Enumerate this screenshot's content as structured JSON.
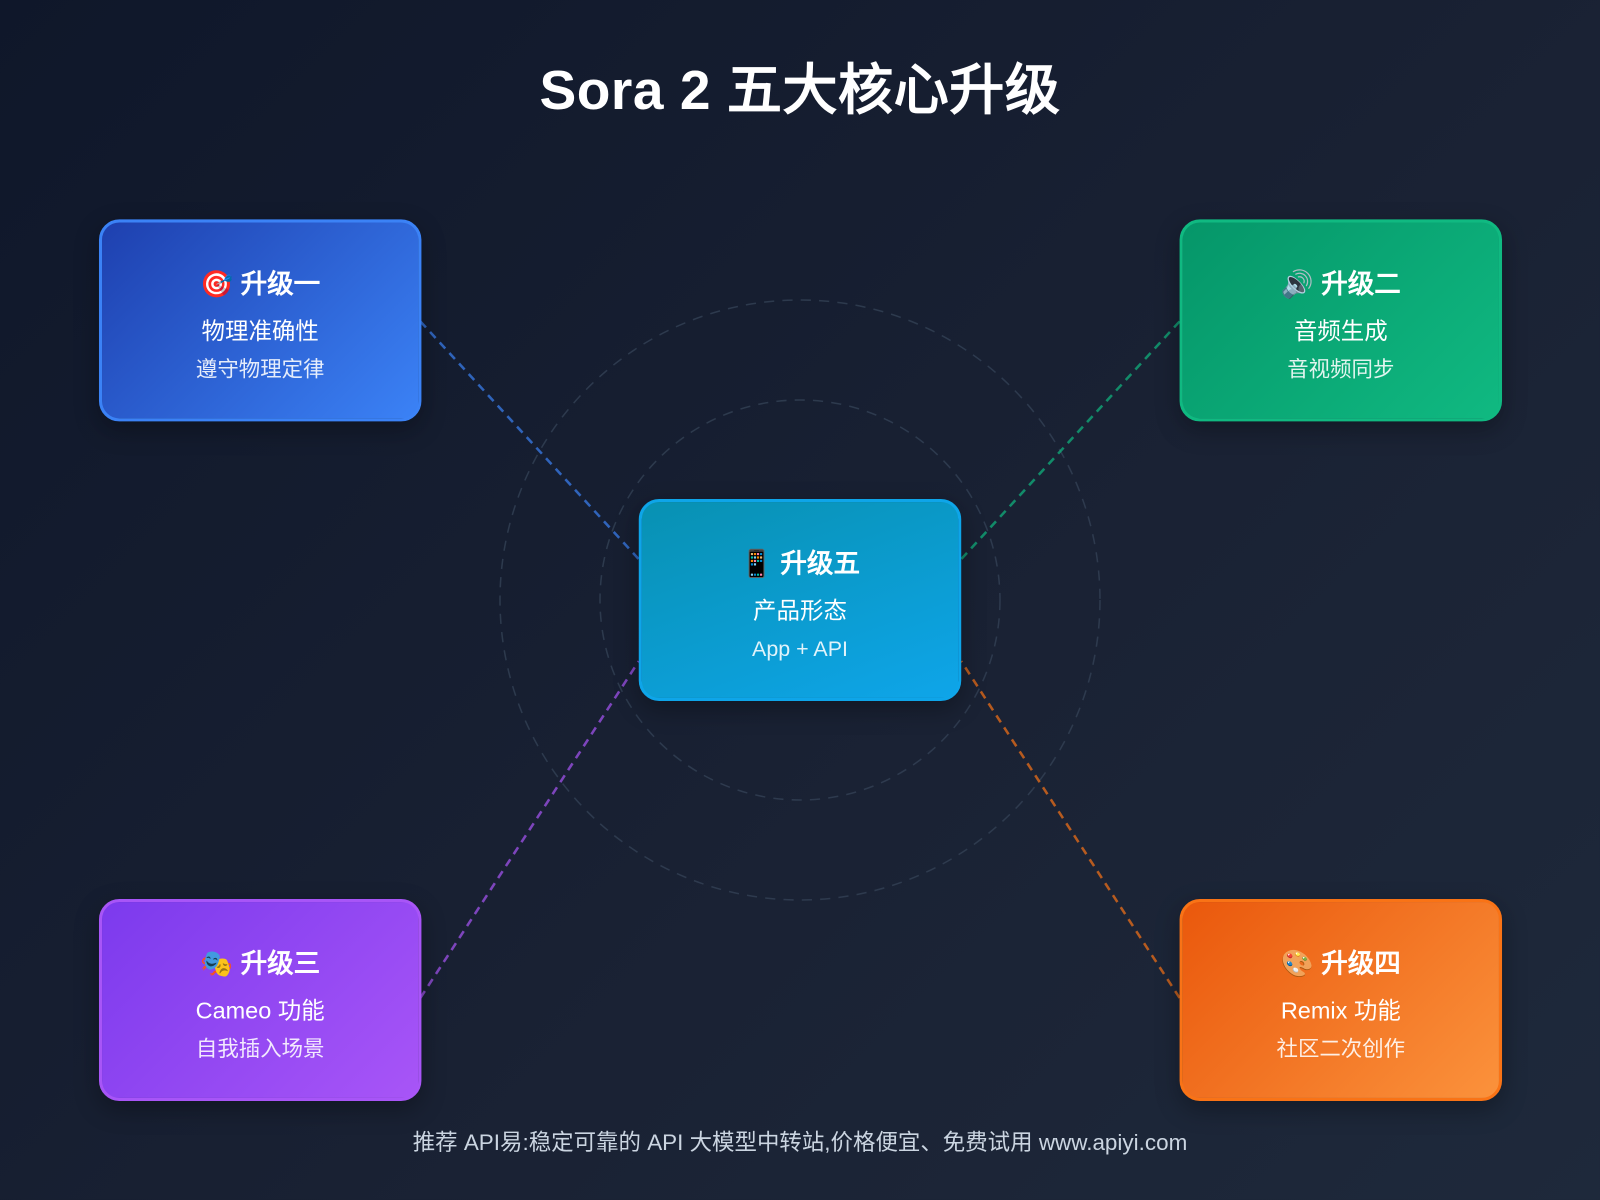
{
  "title": "Sora 2 五大核心升级",
  "cards": [
    {
      "icon": "🎯",
      "label": "升级一",
      "title": "物理准确性",
      "subtitle": "遵守物理定律",
      "color": "#3b82f6"
    },
    {
      "icon": "🔊",
      "label": "升级二",
      "title": "音频生成",
      "subtitle": "音视频同步",
      "color": "#10b981"
    },
    {
      "icon": "🎭",
      "label": "升级三",
      "title": "Cameo 功能",
      "subtitle": "自我插入场景",
      "color": "#a855f7"
    },
    {
      "icon": "🎨",
      "label": "升级四",
      "title": "Remix 功能",
      "subtitle": "社区二次创作",
      "color": "#f97316"
    },
    {
      "icon": "📱",
      "label": "升级五",
      "title": "产品形态",
      "subtitle": "App + API",
      "color": "#0ea5e9"
    }
  ],
  "footer": "推荐 API易:稳定可靠的 API 大模型中转站,价格便宜、免费试用 www.apiyi.com"
}
